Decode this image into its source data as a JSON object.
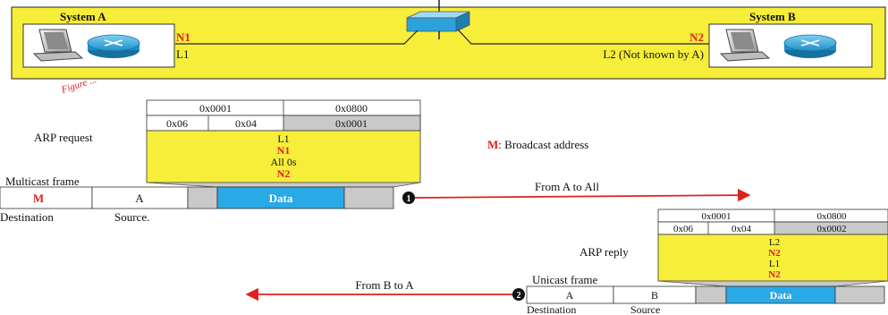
{
  "colors": {
    "yellow": "#f7ee3a",
    "red": "#e0201e",
    "blue": "#29a9e6",
    "gray": "#c9c9c9",
    "black": "#111111"
  },
  "top_band": {
    "system_a": "System A",
    "system_b": "System B",
    "n1": "N1",
    "l1": "L1",
    "n2": "N2",
    "l2": "L2 (Not known by A)",
    "figure_label": "Figure ..."
  },
  "arp_request": {
    "label": "ARP request",
    "hw_type": "0x0001",
    "proto_type": "0x0800",
    "hw_len": "0x06",
    "proto_len": "0x04",
    "operation": "0x0001",
    "lines": [
      "L1",
      "N1",
      "All 0s",
      "N2"
    ]
  },
  "legend": {
    "key": "M",
    "text": ": Broadcast address"
  },
  "frame1": {
    "title": "Multicast frame",
    "dest": "M",
    "src": "A",
    "data": "Data",
    "dest_label": "Destination",
    "src_label": "Source."
  },
  "arrow1": {
    "step": "1",
    "label": "From A to All"
  },
  "arp_reply": {
    "label": "ARP reply",
    "hw_type": "0x0001",
    "proto_type": "0x0800",
    "hw_len": "0x06",
    "proto_len": "0x04",
    "operation": "0x0002",
    "lines": [
      "L2",
      "N2",
      "L1",
      "N2"
    ]
  },
  "frame2": {
    "title": "Unicast frame",
    "dest": "A",
    "src": "B",
    "data": "Data",
    "dest_label": "Destination",
    "src_label": "Source"
  },
  "arrow2": {
    "step": "2",
    "label": "From B to A"
  },
  "icons": [
    "laptop-icon",
    "router-icon",
    "switch-icon"
  ]
}
